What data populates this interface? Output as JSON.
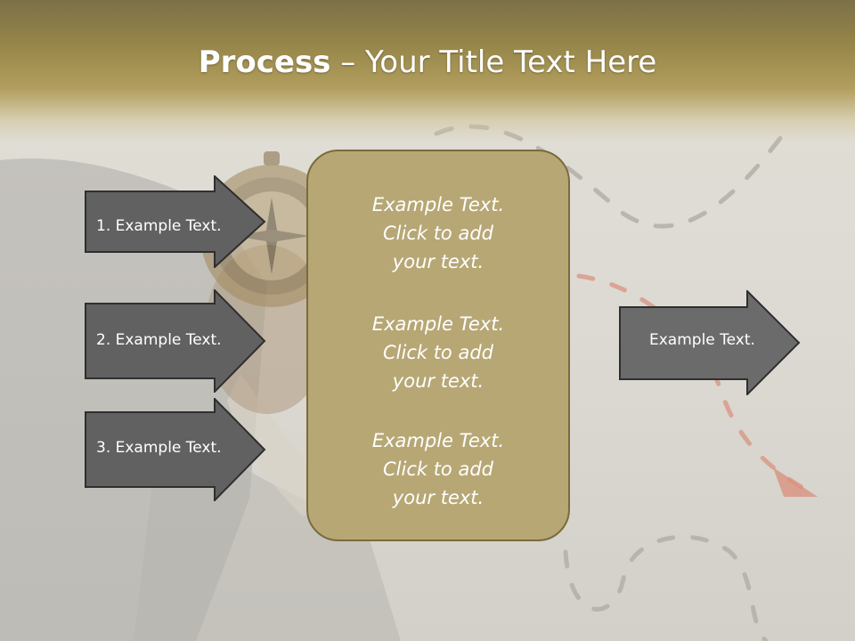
{
  "slide": {
    "title_bold": "Process",
    "title_rest": " – Your Title Text Here"
  },
  "left_arrows": [
    {
      "label": "1. Example Text."
    },
    {
      "label": "2. Example Text."
    },
    {
      "label": "3. Example Text."
    }
  ],
  "center_box": {
    "blocks": [
      {
        "lines": [
          "Example Text.",
          "Click  to add",
          "your text."
        ]
      },
      {
        "lines": [
          "Example Text.",
          "Click  to add",
          "your text."
        ]
      },
      {
        "lines": [
          "Example Text.",
          "Click  to add",
          "your text."
        ]
      }
    ]
  },
  "right_arrow": {
    "label": "Example Text."
  },
  "colors": {
    "header_gold": "#958548",
    "box_fill": "#b7a775",
    "box_border": "#7a6b3c",
    "arrow_fill": "#616161",
    "right_arrow_fill": "#6b6b6b"
  },
  "icons": [
    "compass-icon"
  ]
}
